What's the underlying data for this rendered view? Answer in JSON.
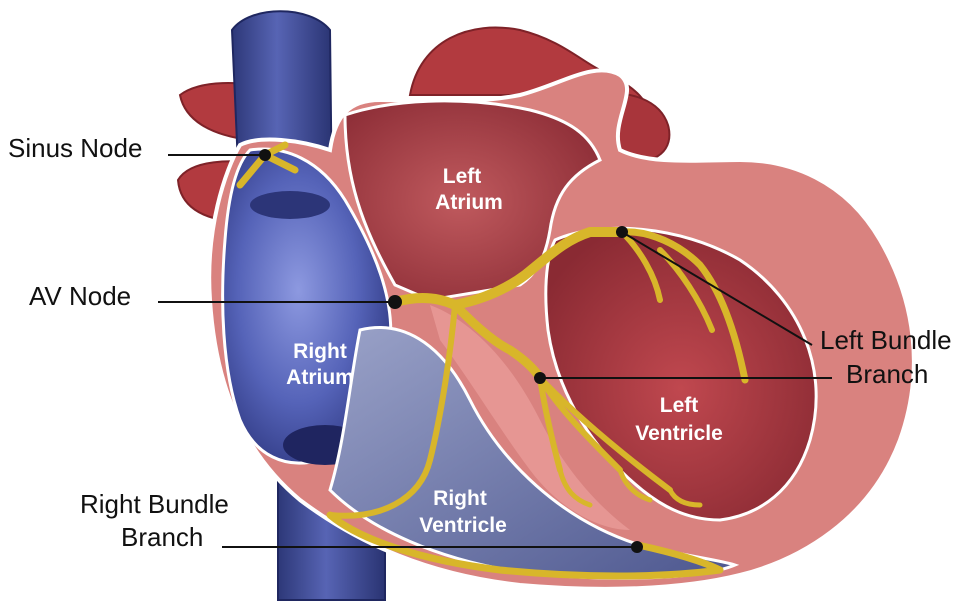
{
  "callouts": {
    "sinus_node": "Sinus Node",
    "av_node": "AV Node",
    "left_bundle_line1": "Left Bundle",
    "left_bundle_line2": "Branch",
    "branch_line": "Branch",
    "right_bundle_line1": "Right Bundle",
    "right_bundle_line2": "Branch"
  },
  "chambers": {
    "left_atrium_1": "Left",
    "left_atrium_2": "Atrium",
    "right_atrium_1": "Right",
    "right_atrium_2": "Atrium",
    "left_ventricle_1": "Left",
    "left_ventricle_2": "Ventricle",
    "right_ventricle_1": "Right",
    "right_ventricle_2": "Ventricle"
  },
  "colors": {
    "muscle": "#d9827f",
    "inner_wall": "#b54a4d",
    "vessel_red": "#b23a3f",
    "vena_cava": "#3d4a8c",
    "right_atrium_fill": "#4f5fb0",
    "conduction": "#d8b62a",
    "outline": "#ffffff"
  }
}
